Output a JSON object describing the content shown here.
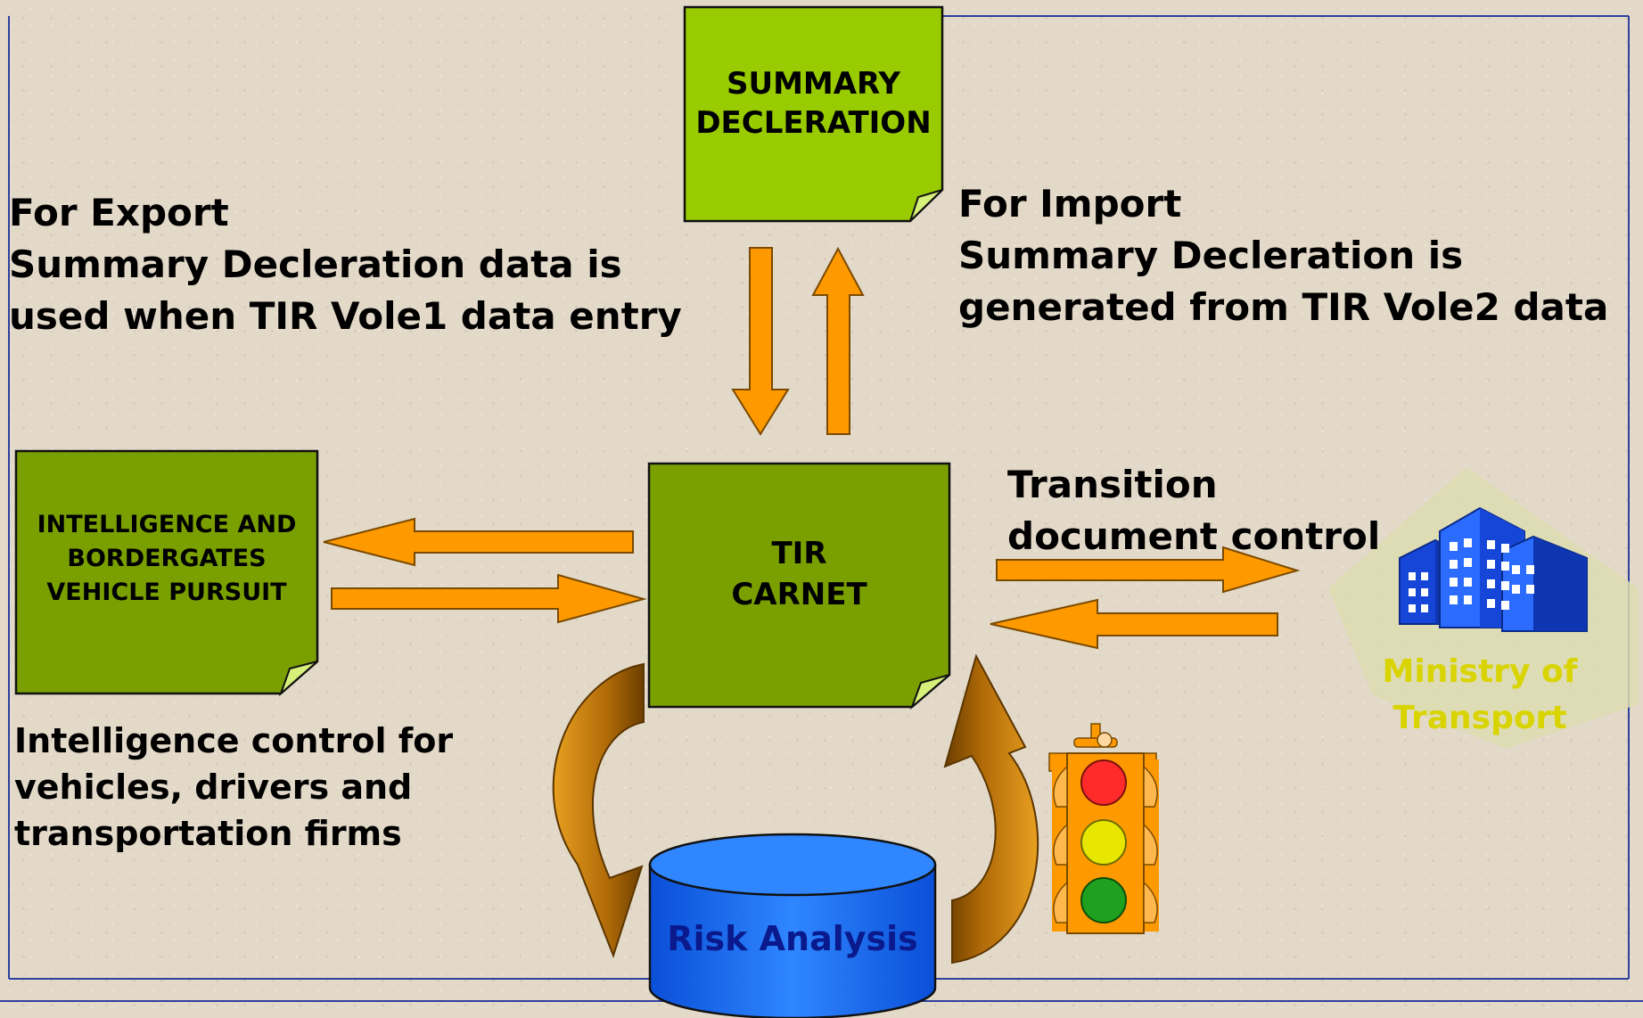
{
  "colors": {
    "background": "#e3d9c9",
    "frame": "#2e3f9e",
    "light_green": "#99cc00",
    "dark_green": "#7aa000",
    "arrow_orange": "#ff9900",
    "curved_arrow_brown": "#c07a10",
    "database_blue": "#1f6fff",
    "ministry_text": "#d9d400"
  },
  "nodes": {
    "summary": {
      "lines": [
        "SUMMARY",
        "DECLERATION"
      ]
    },
    "tir": {
      "lines": [
        "TIR",
        "CARNET"
      ]
    },
    "intel": {
      "lines": [
        "INTELLIGENCE AND",
        "BORDERGATES",
        "VEHICLE PURSUIT"
      ]
    },
    "risk": {
      "label": "Risk Analysis"
    },
    "ministry": {
      "lines": [
        "Ministry of",
        "Transport"
      ],
      "icon": "building-icon"
    },
    "traffic_light": {
      "icon": "traffic-light-icon"
    }
  },
  "labels": {
    "export": [
      "For Export",
      "Summary Decleration data is",
      "used when TIR Vole1 data entry"
    ],
    "import": [
      "For Import",
      "Summary Decleration is",
      "generated from TIR Vole2 data"
    ],
    "transition": [
      "Transition",
      "document control"
    ],
    "intelligence": [
      "Intelligence control for",
      "vehicles, drivers and",
      "transportation firms"
    ]
  }
}
